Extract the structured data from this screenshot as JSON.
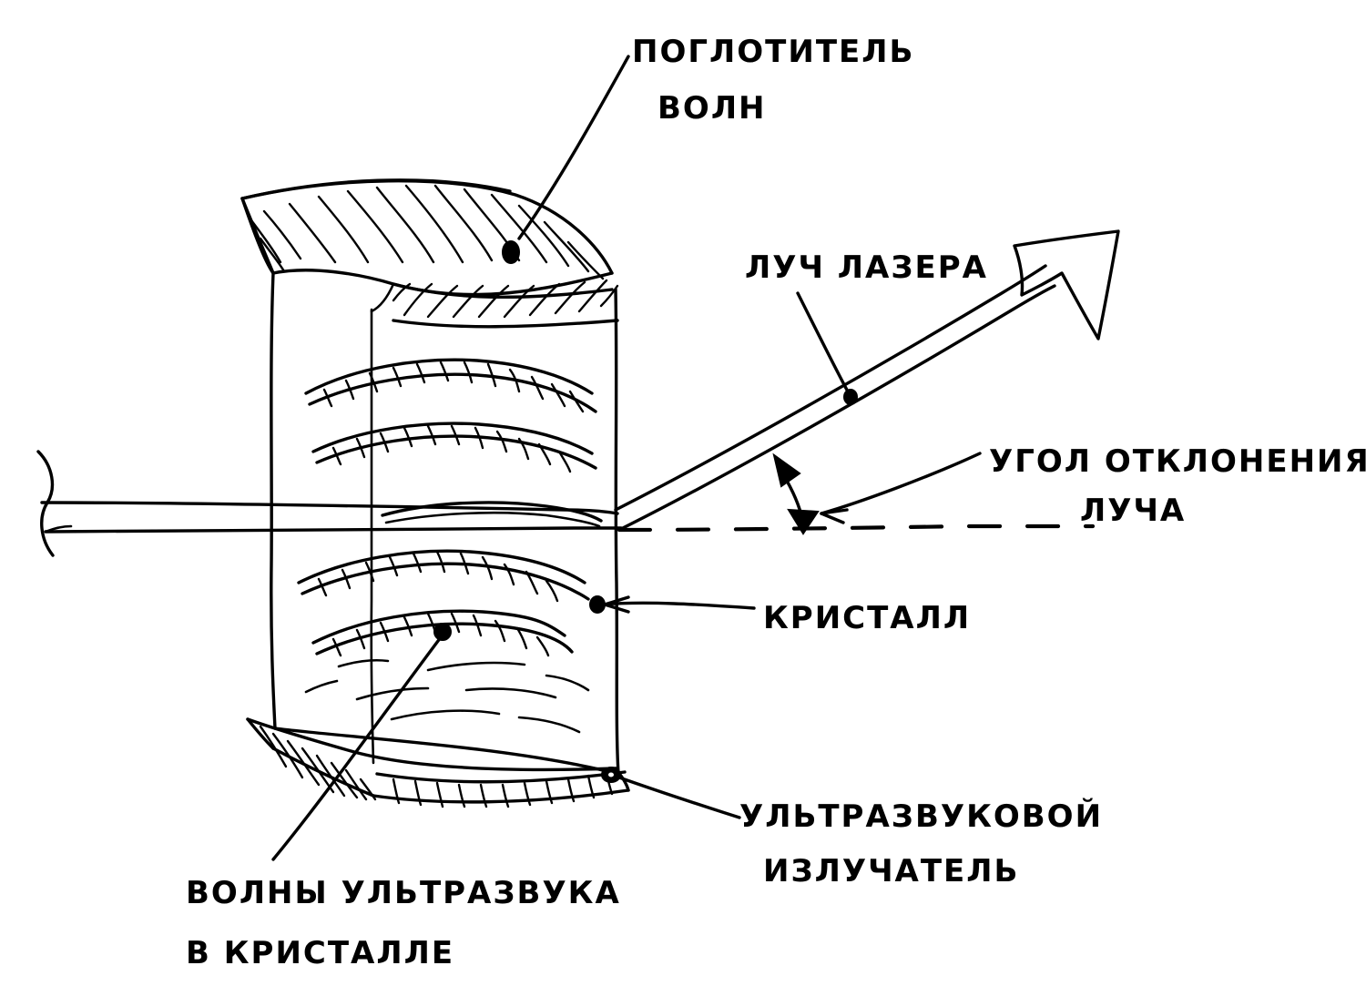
{
  "diagram": {
    "title": "Acousto-optic deflector (hand-drawn schematic)",
    "background_color": "#ffffff",
    "ink_color": "#000000",
    "labels": {
      "absorber": {
        "line1": "ПОГЛОТИТЕЛЬ",
        "line2": "ВОЛН"
      },
      "laser_beam": {
        "line1": "ЛУЧ ЛАЗЕРА"
      },
      "deflection_angle": {
        "line1": "УГОЛ ОТКЛОНЕНИЯ",
        "line2": "ЛУЧА"
      },
      "crystal": {
        "line1": "КРИСТАЛЛ"
      },
      "transducer": {
        "line1": "УЛЬТРАЗВУКОВОЙ",
        "line2": "ИЗЛУЧАТЕЛЬ"
      },
      "ultrasound_waves": {
        "line1": "ВОЛНЫ УЛЬТРАЗВУКА",
        "line2": "В КРИСТАЛЛЕ"
      }
    },
    "parts": [
      {
        "name": "absorber",
        "kind": "hatched-slab-top"
      },
      {
        "name": "crystal",
        "kind": "transparent-block"
      },
      {
        "name": "ultrasound-wavefronts",
        "kind": "hatched-arcs",
        "count": 5
      },
      {
        "name": "transducer",
        "kind": "hatched-slab-bottom"
      },
      {
        "name": "incident-laser-beam",
        "kind": "horizontal-beam-band"
      },
      {
        "name": "deflected-laser-beam",
        "kind": "hollow-arrow"
      },
      {
        "name": "optical-axis",
        "kind": "dashed-reference-line"
      },
      {
        "name": "angle-indicator",
        "kind": "double-headed-arc"
      }
    ]
  }
}
